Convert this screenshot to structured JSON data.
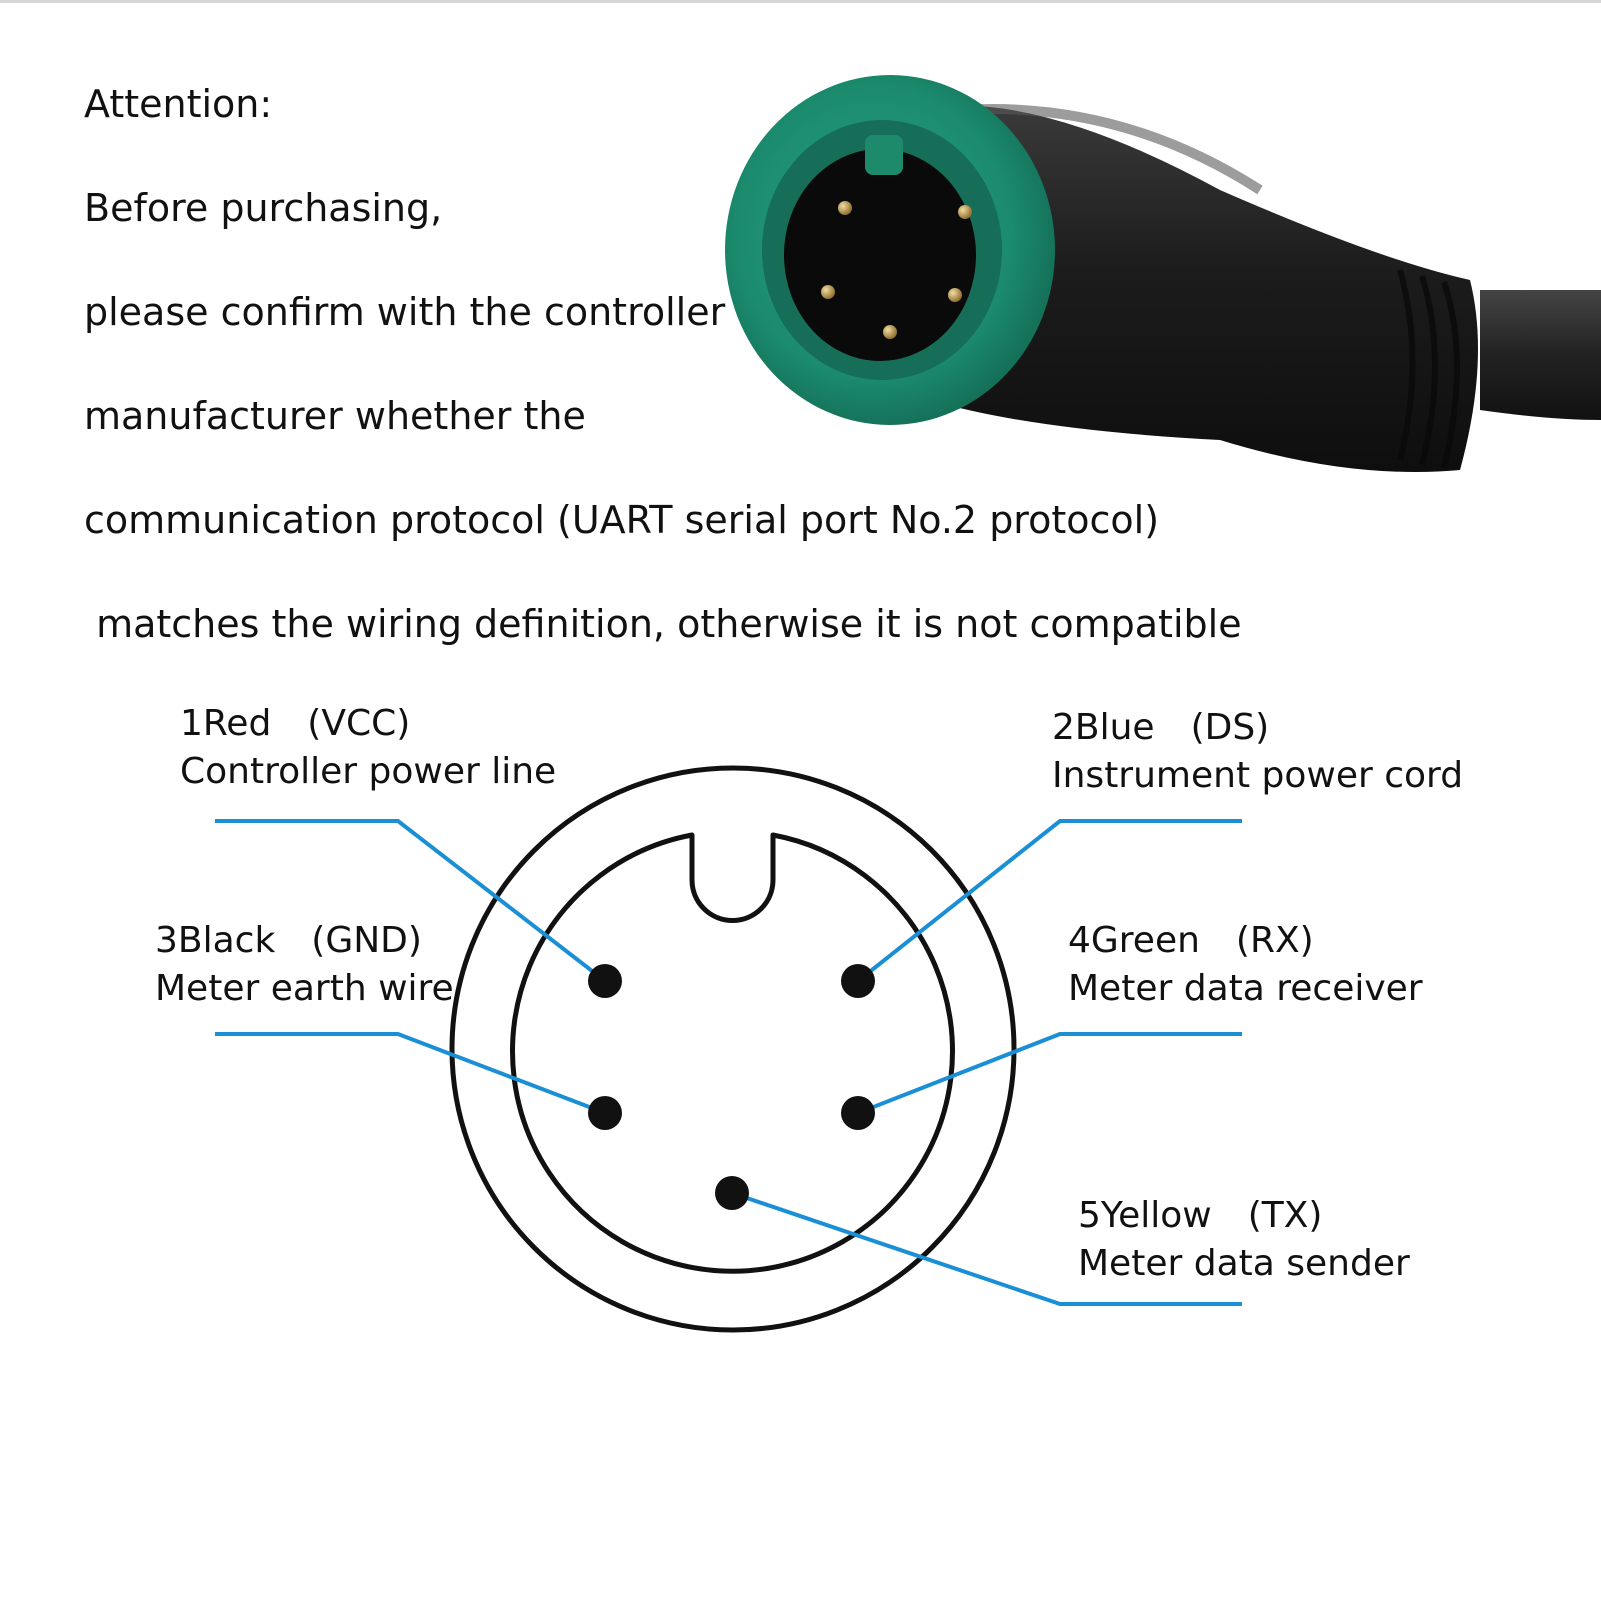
{
  "attention": {
    "heading": "Attention:",
    "lines": [
      "Before purchasing,",
      "please confirm with the controller",
      "manufacturer whether the",
      "communication protocol (UART serial port No.2 protocol)",
      " matches the wiring definition, otherwise it is not compatible"
    ]
  },
  "colors": {
    "leader_line": "#1a8fd6",
    "connector_green": "#1f8f72",
    "connector_body": "#1e1e1e",
    "outline": "#111111"
  },
  "pins": [
    {
      "number": "1",
      "code": "1Red　(VCC)",
      "description": "Controller power line"
    },
    {
      "number": "2",
      "code": "2Blue　(DS)",
      "description": "Instrument power cord"
    },
    {
      "number": "3",
      "code": "3Black　(GND)",
      "description": "Meter earth wire"
    },
    {
      "number": "4",
      "code": "4Green　(RX)",
      "description": "Meter data receiver"
    },
    {
      "number": "5",
      "code": "5Yellow　(TX)",
      "description": "Meter data sender"
    }
  ]
}
